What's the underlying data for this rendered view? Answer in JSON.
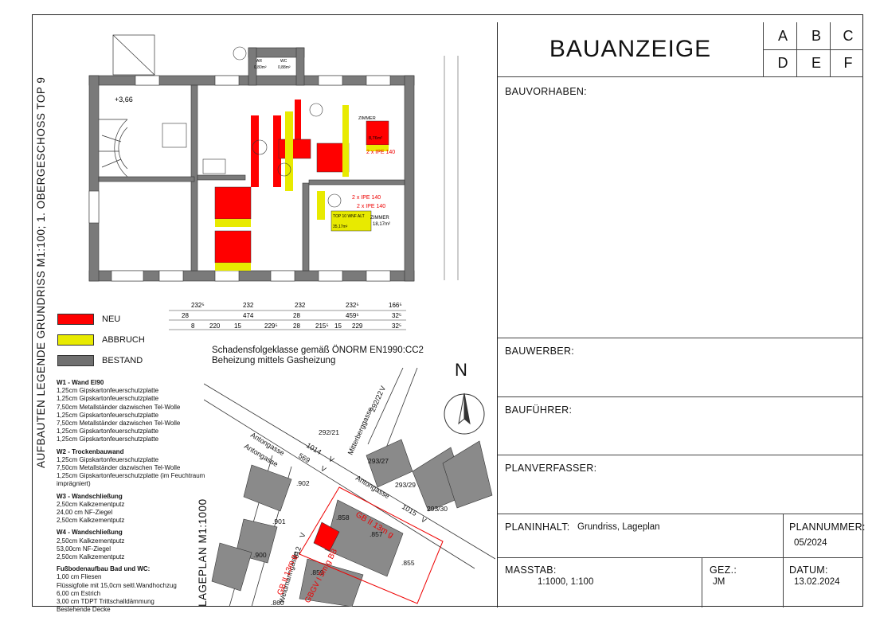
{
  "side_title": "AUFBAUTEN  LEGENDE  GRUNDRISS M1:100; 1. OBERGESCHOSS TOP 9",
  "lageplan_title": "LAGEPLAN M1:1000",
  "legend": [
    {
      "label": "NEU",
      "color": "#ff0000"
    },
    {
      "label": "ABBRUCH",
      "color": "#e8ea00"
    },
    {
      "label": "BESTAND",
      "color": "#707070"
    }
  ],
  "walls": [
    {
      "title": "W1 - Wand EI90",
      "lines": [
        "1,25cm Gipskartonfeuerschutzplatte",
        "1,25cm Gipskartonfeuerschutzplatte",
        "7,50cm Metallständer dazwischen Tel-Wolle",
        "1,25cm Gipskartonfeuerschutzplatte",
        "7,50cm Metallständer dazwischen Tel-Wolle",
        "1,25cm Gipskartonfeuerschutzplatte",
        "1,25cm Gipskartonfeuerschutzplatte"
      ]
    },
    {
      "title": "W2 - Trockenbauwand",
      "lines": [
        "1,25cm Gipskartonfeuerschutzplatte",
        "7,50cm Metallständer dazwischen Tel-Wolle",
        "1,25cm Gipskartonfeuerschutzplatte (im Feuchtraum imprägniert)"
      ]
    },
    {
      "title": "W3 - Wandschließung",
      "lines": [
        "2,50cm Kalkzementputz",
        "24,00 cm NF-Ziegel",
        "2,50cm Kalkzementputz"
      ]
    },
    {
      "title": "W4 - Wandschließung",
      "lines": [
        "2,50cm Kalkzementputz",
        "53,00cm NF-Ziegel",
        "2,50cm Kalkzementputz"
      ]
    },
    {
      "title": "Fußbodenaufbau Bad und WC:",
      "lines": [
        "1,00 cm Fliesen",
        "Flüssigfolie mit 15,0cm seitl.Wandhochzug",
        "6,00 cm Estrich",
        "3,00 cm TDPT Trittschalldämmung",
        "Bestehende Decke"
      ]
    }
  ],
  "notes": {
    "line1": "Schadensfolgeklasse gemäß ÖNORM EN1990:CC2",
    "line2": "Beheizung mittels Gasheizung"
  },
  "north": "N",
  "plan": {
    "level": "+3,66",
    "rooms": [
      {
        "id": "zimmer1",
        "text": "ZIMMER",
        "area": "8,76m²"
      },
      {
        "id": "zimmer2",
        "text": "ZIMMER",
        "area": "18,17m²"
      },
      {
        "id": "top10",
        "text": "TOP 10 WNF ALT",
        "area": "35,17m²"
      },
      {
        "id": "ar",
        "text": "AR",
        "area": "0,80m²"
      },
      {
        "id": "wc",
        "text": "WC",
        "area": "0,88m²"
      }
    ],
    "beams": [
      "2 x IPE 140",
      "2 x IPE 140",
      "2 x IPE 140"
    ],
    "dims_top": [
      "232⁵",
      "232",
      "232",
      "232⁵",
      "166⁵"
    ],
    "dims_mid": [
      "28",
      "474",
      "28",
      "459⁵",
      "32⁵"
    ],
    "dims_bot": [
      "8",
      "220",
      "15",
      "229⁵",
      "28",
      "215⁵",
      "15",
      "229",
      "32⁵"
    ]
  },
  "site": {
    "streets": [
      {
        "name": "Antongasse",
        "num": "1014",
        "suffix": "V"
      },
      {
        "name": "Antongasse",
        "num": "569",
        "suffix": "V"
      },
      {
        "name": "Mitterberggasse",
        "num": "292/22",
        "suffix": "V"
      },
      {
        "name": "Antongasse",
        "num": "1015",
        "suffix": "V"
      },
      {
        "name": "Weidmanngasse",
        "num": "612",
        "suffix": "V"
      }
    ],
    "parcels": [
      ".902",
      ".901",
      ".900",
      "292/21",
      "293/27",
      "293/29",
      "293/30",
      ".858",
      ".857",
      ".855",
      ".859",
      ".860"
    ],
    "labels": [
      "GB II 13m g",
      "GB II 13m g",
      "GBGV I 5m g BB"
    ]
  },
  "title_block": {
    "title": "BAUANZEIGE",
    "letters": [
      "A",
      "B",
      "C",
      "D",
      "E",
      "F"
    ],
    "bauvorhaben": "BAUVORHABEN:",
    "bauwerber": "BAUWERBER:",
    "baufuehrer": "BAUFÜHRER:",
    "planverfasser": "PLANVERFASSER:",
    "planinhalt_label": "PLANINHALT:",
    "planinhalt_value": "Grundriss, Lageplan",
    "plannummer_label": "PLANNUMMER:",
    "plannummer_value": "05/2024",
    "masstab_label": "MASSTAB:",
    "masstab_value": "1:1000, 1:100",
    "gez_label": "GEZ.:",
    "gez_value": "JM",
    "datum_label": "DATUM:",
    "datum_value": "13.02.2024"
  }
}
